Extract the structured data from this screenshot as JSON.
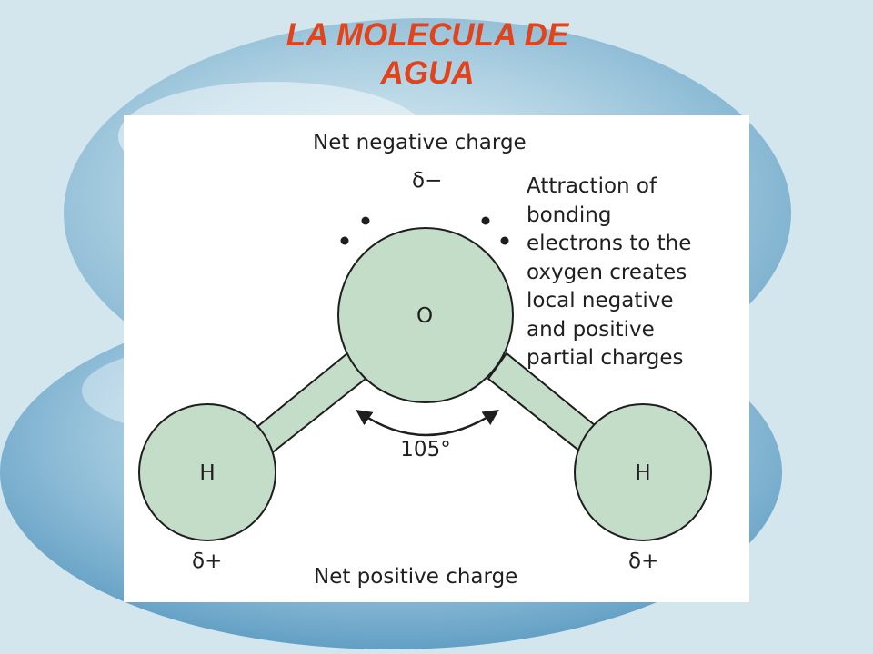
{
  "slide": {
    "title_line1": "LA MOLECULA DE",
    "title_line2": "AGUA",
    "title_color": "#e3431b",
    "background_color": "#d3e6ee"
  },
  "diagram": {
    "top_label": "Net negative charge",
    "oxygen_charge": "δ−",
    "explanation_lines": [
      "Attraction of",
      "bonding",
      "electrons to the",
      "oxygen creates",
      "local negative",
      "and positive",
      "partial charges"
    ],
    "oxygen_symbol": "O",
    "hydrogen_left_symbol": "H",
    "hydrogen_right_symbol": "H",
    "bond_angle": "105°",
    "hydrogen_left_charge": "δ+",
    "hydrogen_right_charge": "δ+",
    "bottom_label": "Net positive charge",
    "atom_fill_color": "#c3ddc9",
    "outline_color": "#1e1e1e"
  }
}
